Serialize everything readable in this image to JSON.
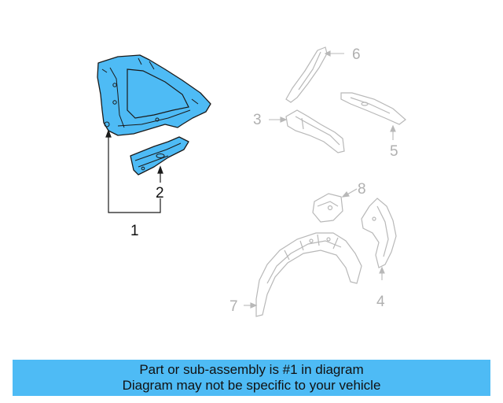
{
  "colors": {
    "highlight_fill": "#4ebbf5",
    "highlight_stroke": "#1a1a1a",
    "dim_stroke": "#b8b8b8",
    "banner_bg": "#4ebbf5"
  },
  "callouts": {
    "c1": "1",
    "c2": "2",
    "c3": "3",
    "c4": "4",
    "c5": "5",
    "c6": "6",
    "c7": "7",
    "c8": "8"
  },
  "banner": {
    "line1": "Part or sub-assembly is #1 in diagram",
    "line2": "Diagram may not be specific to your vehicle"
  }
}
